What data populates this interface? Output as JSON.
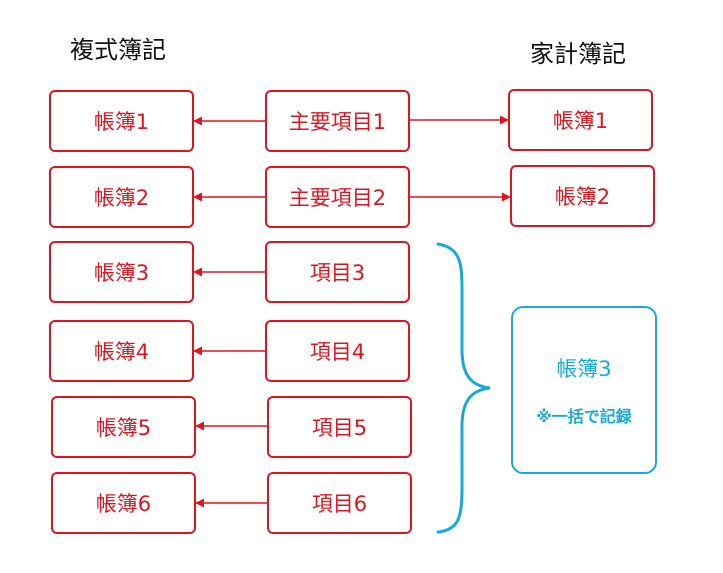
{
  "headings": {
    "left": "複式簿記",
    "right": "家計簿記"
  },
  "left_books": [
    "帳簿1",
    "帳簿2",
    "帳簿3",
    "帳簿4",
    "帳簿5",
    "帳簿6"
  ],
  "middle_items": [
    "主要項目1",
    "主要項目2",
    "項目3",
    "項目4",
    "項目5",
    "項目6"
  ],
  "right_books": [
    "帳簿1",
    "帳簿2"
  ],
  "grouped_book": {
    "title": "帳簿3",
    "note": "※一括で記録"
  },
  "colors": {
    "red": "#e0141e",
    "blue": "#19a9d8",
    "text": "#111111"
  }
}
